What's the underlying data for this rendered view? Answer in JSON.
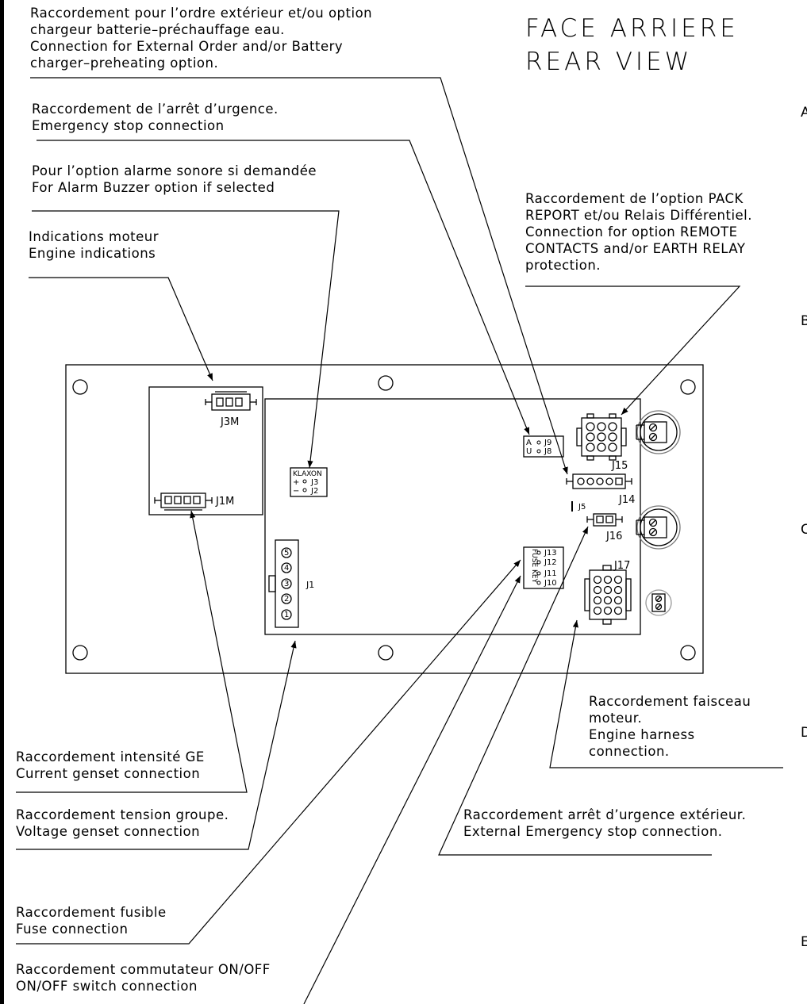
{
  "title": {
    "fr": "FACE ARRIERE",
    "en": "REAR VIEW"
  },
  "edge_letters": [
    "A",
    "B",
    "C",
    "D",
    "E"
  ],
  "callouts": {
    "external_order": [
      "Raccordement pour l’ordre extérieur et/ou option",
      "chargeur batterie–préchauffage eau.",
      "Connection for External Order and/or Battery",
      "charger–preheating option."
    ],
    "emergency_stop": [
      "Raccordement de l’arrêt d’urgence.",
      "Emergency stop connection"
    ],
    "alarm_buzzer": [
      "Pour l’option alarme sonore si demandée",
      "For Alarm Buzzer option if selected"
    ],
    "engine_indications": [
      "Indications moteur",
      "Engine indications"
    ],
    "pack_report": [
      "Raccordement de l’option PACK",
      "REPORT et/ou Relais Différentiel.",
      "Connection for option REMOTE",
      "CONTACTS and/or EARTH RELAY",
      "protection."
    ],
    "engine_harness": [
      "Raccordement faisceau",
      "moteur.",
      "Engine harness",
      "connection."
    ],
    "current_genset": [
      "Raccordement intensité GE",
      "Current genset connection"
    ],
    "voltage_genset": [
      "Raccordement tension groupe.",
      "Voltage genset connection"
    ],
    "external_emergency": [
      "Raccordement arrêt d’urgence extérieur.",
      "External Emergency stop connection."
    ],
    "fuse": [
      "Raccordement fusible",
      "Fuse connection"
    ],
    "on_off": [
      "Raccordement commutateur ON/OFF",
      "ON/OFF switch connection"
    ]
  },
  "connectors": {
    "j3m": "J3M",
    "j1m": "J1M",
    "j1": "J1",
    "j15": "J15",
    "j14": "J14",
    "j5": "J5",
    "j16": "J16",
    "j17": "J17",
    "j9": "J9",
    "j8": "J8",
    "j9_mark": "A",
    "j8_mark": "U",
    "klaxon": "KLAXON",
    "j3": "J3",
    "j2": "J2",
    "klaxon_plus": "+",
    "klaxon_minus": "−",
    "j13": "J13",
    "j12": "J12",
    "j11": "J11",
    "j10": "J10",
    "fuse_mark": "FUSE",
    "key_mark": "KEY",
    "j1_pins": [
      "5",
      "4",
      "3",
      "2",
      "1"
    ]
  }
}
